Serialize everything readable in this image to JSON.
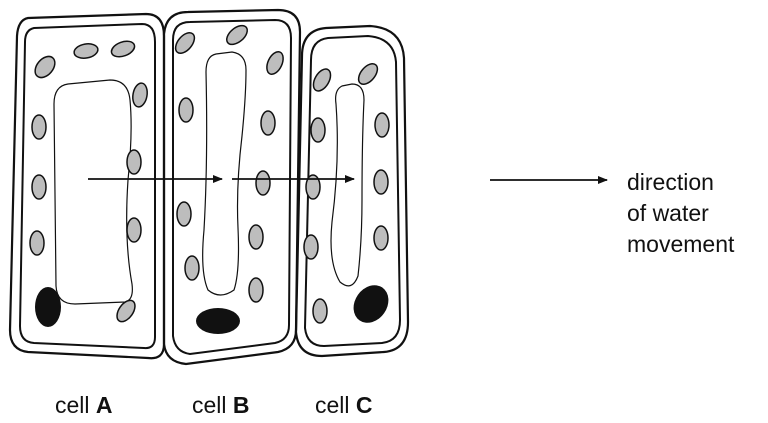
{
  "cells": [
    {
      "prefix": "cell",
      "letter": "A"
    },
    {
      "prefix": "cell",
      "letter": "B"
    },
    {
      "prefix": "cell",
      "letter": "C"
    }
  ],
  "legend": {
    "lines": [
      "direction",
      "of water",
      "movement"
    ]
  },
  "colors": {
    "outline": "#111111",
    "chloroplast_fill": "#bdbdbd",
    "nucleus_fill": "#111111",
    "background": "#ffffff"
  }
}
